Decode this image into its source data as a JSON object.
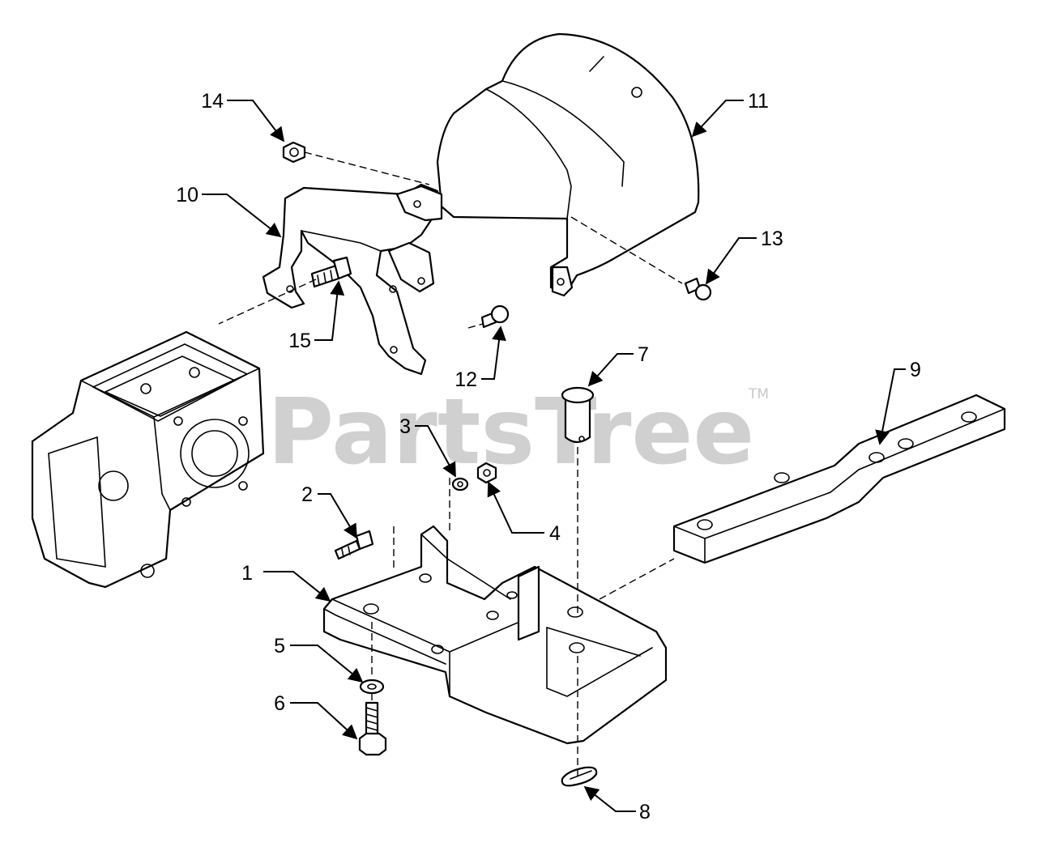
{
  "watermark": {
    "brand": "PartsTree",
    "trademark": "TM"
  },
  "callouts": [
    "1",
    "2",
    "3",
    "4",
    "5",
    "6",
    "7",
    "8",
    "9",
    "10",
    "11",
    "12",
    "13",
    "14",
    "15"
  ]
}
